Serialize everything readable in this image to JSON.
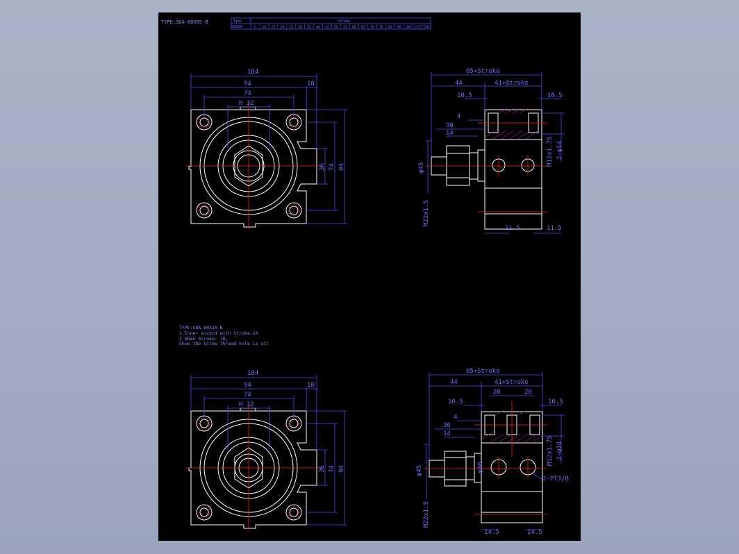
{
  "title_top": "TYPE:SDA-80X65-B",
  "table": {
    "header_type": "Type",
    "header_stroke": "Stroke",
    "row_label": "SDA80",
    "strokes": [
      "5",
      "10",
      "15",
      "20",
      "25",
      "30",
      "35",
      "40",
      "45",
      "50",
      "55",
      "60",
      "65",
      "70",
      "75",
      "80",
      "90",
      "100",
      "125",
      "150"
    ]
  },
  "notes": [
    "TYPE:SDA-80X10-B",
    "1.Inner accord with Stroke:10",
    "2.When Stroke: 10,",
    "Show the Screw thread hole is all"
  ],
  "front_top": {
    "dims": {
      "d104": "104",
      "d94": "94",
      "d10": "10",
      "d74": "74",
      "dh32": "H 32",
      "d36": "36",
      "d74v": "74",
      "d94v": "94"
    }
  },
  "side_top": {
    "dims": {
      "total": "65+Stroke",
      "d44": "44",
      "d41": "41+Stroke",
      "d10_5a": "10.5",
      "d10_5b": "10.5",
      "d4": "4",
      "d30": "30",
      "d14": "14",
      "phi45": "φ45",
      "thread": "M22x1.5",
      "tap": "M12x1.75",
      "holes": "2-φ14",
      "d11_5a": "11.5",
      "d11_5b": "11.5"
    }
  },
  "front_bot": {
    "dims": {
      "d104": "104",
      "d94": "94",
      "d10": "10",
      "d74": "74",
      "dh32": "H 32",
      "d36": "36",
      "d74v": "74",
      "d94v": "94"
    }
  },
  "side_bot": {
    "dims": {
      "total": "65+Stroke",
      "d44": "44",
      "d41": "41+Stroke",
      "d20a": "20",
      "d20b": "20",
      "d10_5a": "10.5",
      "d10_5b": "10.5",
      "d4": "4",
      "d30": "30",
      "d14": "14",
      "phi45": "φ45",
      "phi30": "φ30",
      "thread": "M22x1.5",
      "tap": "M12x1.75",
      "holes": "2-φ14",
      "port": "2-PT3/8",
      "d14_5a": "14.5",
      "d14_5b": "14.5"
    }
  },
  "colors": {
    "background": "#a3adc1",
    "sheet": "#000000",
    "outline": "#ffffff",
    "dimension": "#4a4aff",
    "center": "#ff2020",
    "hatch": "#b020b0",
    "text": "#6f6fff"
  }
}
